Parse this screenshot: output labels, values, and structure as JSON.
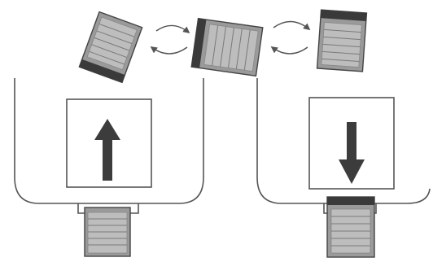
{
  "colors": {
    "background": "#ffffff",
    "outline": "#555555",
    "slot_fill": "#9a9a9a",
    "slot_band_light": "#bdbdbd",
    "slot_stripe": "#7a7a7a",
    "slot_end_band": "#3a3a3a",
    "arrow_fill": "#3c3c3c",
    "curve_stroke": "#555555"
  },
  "icons": {
    "insert_arrow": "arrow-up-icon",
    "eject_arrow": "arrow-down-icon",
    "flip_cycle": "rotation-cycle-icon",
    "card_slot": "card-slot-icon"
  },
  "diagram": {
    "left_panel": {
      "action": "insert",
      "arrow_direction": "up"
    },
    "right_panel": {
      "action": "eject",
      "arrow_direction": "down"
    },
    "rotation_steps": 3
  }
}
